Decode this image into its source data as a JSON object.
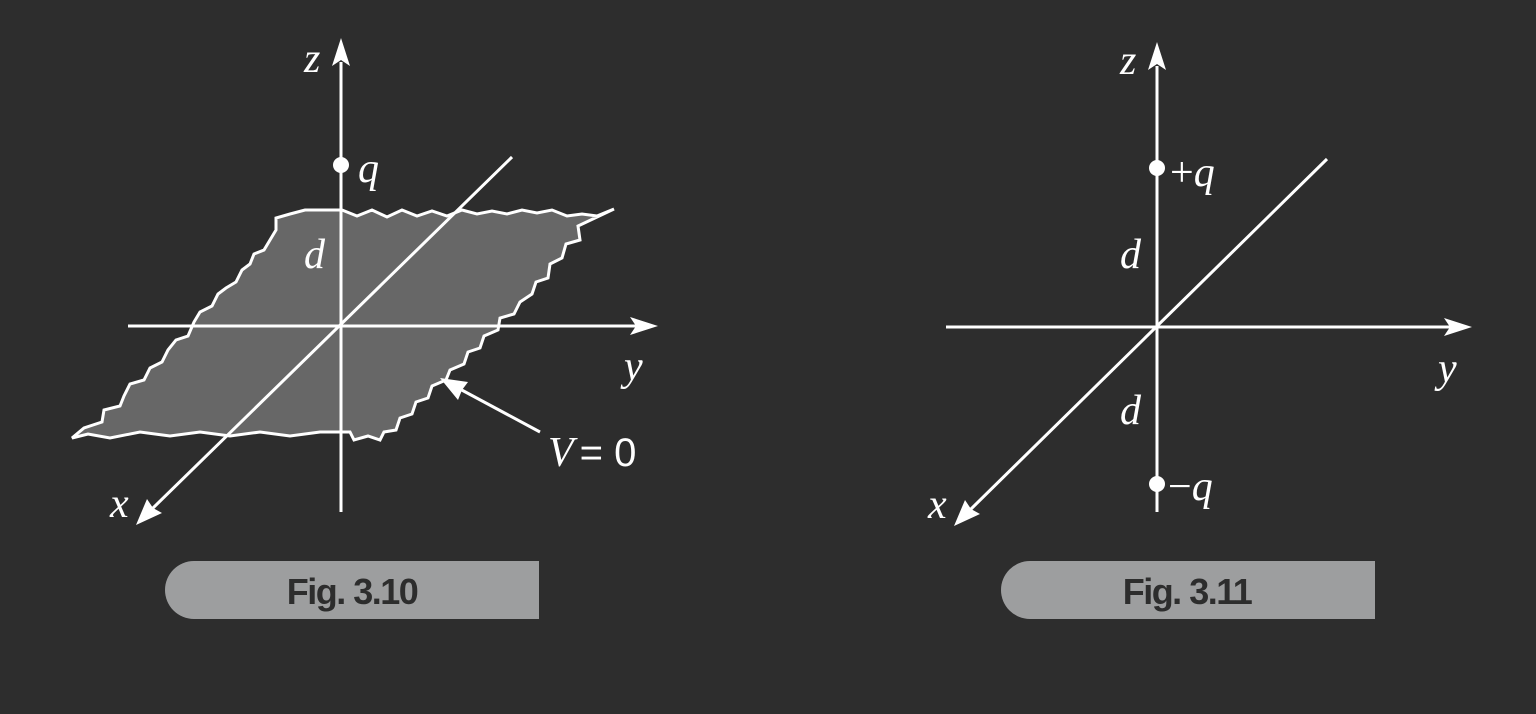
{
  "figure_left": {
    "caption": "Fig. 3.10",
    "axis_labels": {
      "z": "z",
      "y": "y",
      "x": "x"
    },
    "charge_label": "q",
    "distance_label": "d",
    "plane_label_symbol": "V",
    "plane_label_value": "= 0"
  },
  "figure_right": {
    "caption": "Fig. 3.11",
    "axis_labels": {
      "z": "z",
      "y": "y",
      "x": "x"
    },
    "positive_charge_sign": "+",
    "positive_charge_label": "q",
    "negative_charge_sign": "−",
    "negative_charge_label": "q",
    "distance_upper_label": "d",
    "distance_lower_label": "d"
  },
  "colors": {
    "background": "#2d2d2d",
    "plane_fill": "#676767",
    "line": "#ffffff",
    "caption_tab": "#9d9e9f",
    "caption_text": "#2d2d2d"
  }
}
